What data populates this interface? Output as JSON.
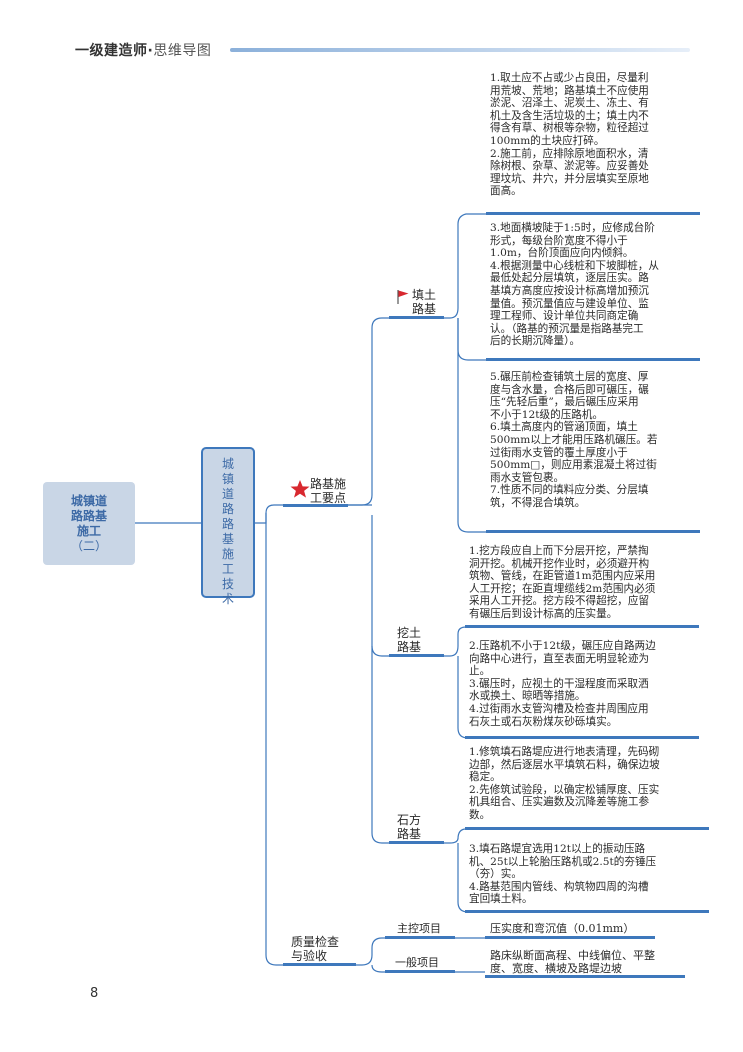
{
  "header": {
    "title": "一级建造师",
    "dot": "·",
    "subtitle": "思维导图"
  },
  "root": {
    "line1": "城镇道",
    "line2": "路路基",
    "line3": "施工",
    "line4": "（二）"
  },
  "level1": {
    "chars": [
      "城",
      "镇",
      "道",
      "路",
      "路",
      "基",
      "施",
      "工",
      "技",
      "术"
    ]
  },
  "key_points": {
    "line1": "路基施",
    "line2": "工要点",
    "icon": "star-icon"
  },
  "fill": {
    "line1": "填土",
    "line2": "路基",
    "icon": "flag-icon",
    "notes": [
      "1.取土应不占或少占良田，尽量利\n用荒坡、荒地；路基填土不应使用\n淤泥、沼泽土、泥炭土、冻土、有\n机土及含生活垃圾的土；填土内不\n得含有草、树根等杂物，粒径超过\n100mm的土块应打碎。\n2.施工前，应排除原地面积水，清\n除树根、杂草、淤泥等。应妥善处\n理坟坑、井穴，并分层填实至原地\n面高。",
      "3.地面横坡陡于1:5时，应修成台阶\n形式，每级台阶宽度不得小于\n1.0m，台阶顶面应向内倾斜。\n4.根据测量中心线桩和下坡脚桩，从\n最低处起分层填筑，逐层压实。路\n基填方高度应按设计标高增加预沉\n量值。预沉量值应与建设单位、监\n理工程师、设计单位共同商定确\n认。（路基的预沉量是指路基完工\n后的长期沉降量）。",
      "5.碾压前检查铺筑土层的宽度、厚\n度与含水量，合格后即可碾压，碾\n压“先轻后重”，最后碾压应采用\n不小于12t级的压路机。\n6.填土高度内的管涵顶面，填土\n500mm以上才能用压路机碾压。若\n过街雨水支管的覆土厚度小于\n500mm□，则应用素混凝土将过街\n雨水支管包裹。\n7.性质不同的填料应分类、分层填\n筑，不得混合填筑。"
    ]
  },
  "cut": {
    "line1": "挖土",
    "line2": "路基",
    "notes": [
      "1.挖方段应自上而下分层开挖，严禁掏\n洞开挖。机械开挖作业时，必须避开构\n筑物、管线，在距管道1m范围内应采用\n人工开挖；在距直埋缆线2m范围内必须\n采用人工开挖。挖方段不得超挖，应留\n有碾压后到设计标高的压实量。",
      "2.压路机不小于12t级，碾压应自路两边\n向路中心进行，直至表面无明显轮迹为\n止。\n3.碾压时，应视土的干湿程度而采取洒\n水或换土、晾晒等措施。\n4.过街雨水支管沟槽及检查井周围应用\n石灰土或石灰粉煤灰砂砾填实。"
    ]
  },
  "rock": {
    "line1": "石方",
    "line2": "路基",
    "notes": [
      "1.修筑填石路堤应进行地表清理，先码砌\n边部，然后逐层水平填筑石料，确保边坡\n稳定。\n2.先修筑试验段，以确定松铺厚度、压实\n机具组合、压实遍数及沉降差等施工参\n数。",
      "3.填石路堤宜选用12t以上的振动压路\n机、25t以上轮胎压路机或2.5t的夯锤压\n（夯）实。\n4.路基范围内管线、构筑物四周的沟槽\n宜回填土料。"
    ]
  },
  "quality": {
    "line1": "质量检查",
    "line2": "与验收",
    "main_label": "主控项目",
    "main_value": "压实度和弯沉值（0.01mm）",
    "general_label": "一般项目",
    "general_value": "路床纵断面高程、中线偏位、平整\n度、宽度、横坡及路堤边坡"
  },
  "page_number": "8",
  "colors": {
    "accent": "#3e78bc",
    "box_fill": "#c9d6e6",
    "box_text": "#3d6aa6",
    "star": "#d8282f",
    "flag": "#d8282f"
  }
}
